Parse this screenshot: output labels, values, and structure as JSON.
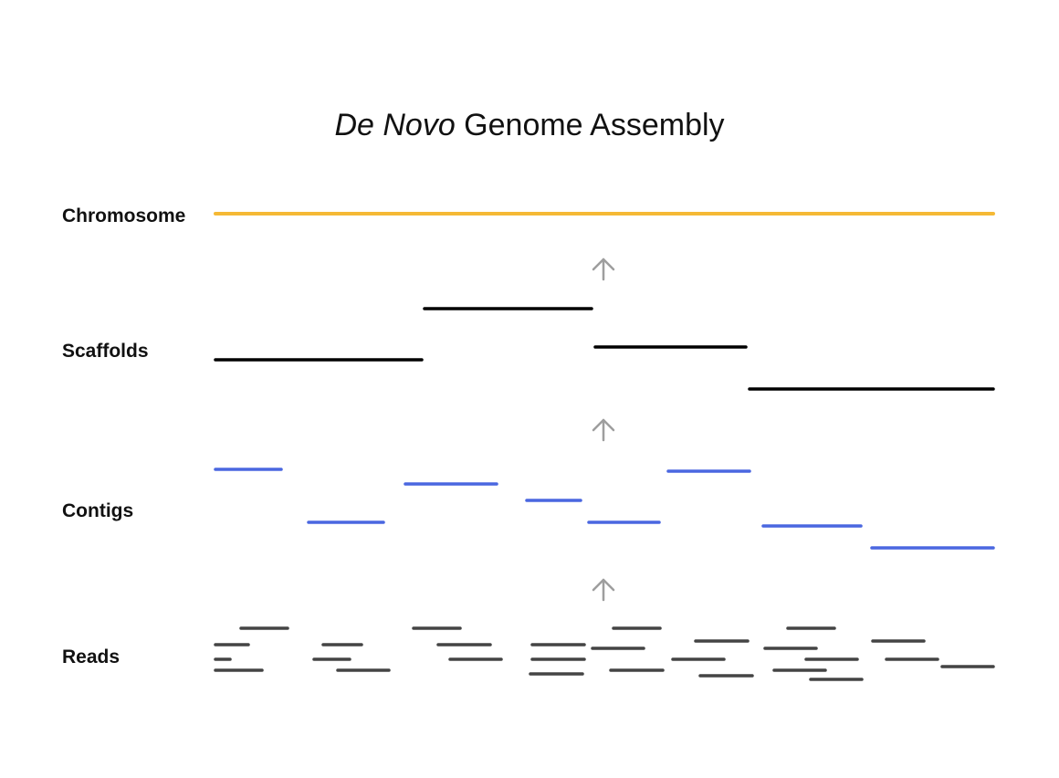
{
  "title": {
    "italic": "De Novo",
    "rest": " Genome Assembly"
  },
  "levels": {
    "chromosome": "Chromosome",
    "scaffolds": "Scaffolds",
    "contigs": "Contigs",
    "reads": "Reads"
  },
  "colors": {
    "chromosome": "#f5b935",
    "scaffold": "#000000",
    "contig": "#4a67e0",
    "read": "#444444",
    "arrow": "#9e9e9e"
  }
}
